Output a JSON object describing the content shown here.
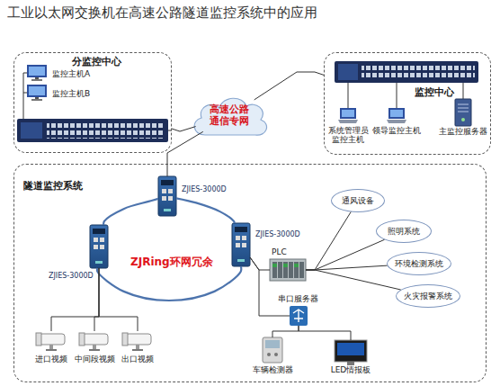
{
  "diagram": {
    "title": "工业以太网交换机在高速公路隧道监控系统中的应用",
    "nodes": [
      {
        "text": [
          "分监控中心"
        ]
      },
      {
        "text": [
          "监控主机A"
        ],
        "in": 0
      },
      {
        "text": [
          "监控主机B"
        ],
        "in": 0
      },
      {
        "text": [
          "监控中心"
        ]
      },
      {
        "text": [
          "系统管理员 监控主机"
        ],
        "in": 3
      },
      {
        "text": [
          "领导监控主机"
        ],
        "in": 3
      },
      {
        "text": [
          "主监控服务器"
        ],
        "in": 3
      },
      {
        "text": [
          "高速公路 通信专网"
        ]
      },
      {
        "text": [
          "隧道监控系统"
        ]
      },
      {
        "text": [
          "ZJIES-3000D"
        ],
        "in": 8
      },
      {
        "text": [
          "ZJIES-3000D"
        ],
        "in": 8
      },
      {
        "text": [
          "ZJIES-3000D"
        ],
        "in": 8
      },
      {
        "text": [
          "PLC"
        ],
        "in": 8
      },
      {
        "text": [
          "通风设备"
        ],
        "in": 8
      },
      {
        "text": [
          "照明系统"
        ],
        "in": 8
      },
      {
        "text": [
          "环境检测系统"
        ],
        "in": 8
      },
      {
        "text": [
          "火灾报警系统"
        ],
        "in": 8
      },
      {
        "text": [
          "串口服务器"
        ],
        "in": 8
      },
      {
        "text": [
          "车辆检测器"
        ],
        "in": 8
      },
      {
        "text": [
          "LED情报板"
        ],
        "in": 8
      },
      {
        "text": [
          "进口视频"
        ],
        "in": 8
      },
      {
        "text": [
          "中间段视频"
        ],
        "in": 8
      },
      {
        "text": [
          "出口视频"
        ],
        "in": 8
      }
    ],
    "edges": [
      {
        "from": 0,
        "to": 7,
        "arrow": "none"
      },
      {
        "from": 7,
        "to": 3,
        "arrow": "none"
      },
      {
        "from": 7,
        "to": 9,
        "arrow": "none"
      },
      {
        "from": 9,
        "to": 11,
        "arrow": "none"
      },
      {
        "from": 11,
        "to": 10,
        "arrow": "none"
      },
      {
        "from": 10,
        "to": 9,
        "arrow": "none"
      },
      {
        "from": 11,
        "to": 12,
        "arrow": "none"
      },
      {
        "from": 12,
        "to": 13,
        "arrow": "none"
      },
      {
        "from": 12,
        "to": 14,
        "arrow": "none"
      },
      {
        "from": 12,
        "to": 15,
        "arrow": "none"
      },
      {
        "from": 12,
        "to": 16,
        "arrow": "none"
      },
      {
        "from": 11,
        "to": 17,
        "arrow": "none"
      },
      {
        "from": 17,
        "to": 18,
        "arrow": "none"
      },
      {
        "from": 17,
        "to": 19,
        "arrow": "none"
      },
      {
        "from": 10,
        "to": 20,
        "arrow": "none"
      },
      {
        "from": 10,
        "to": 21,
        "arrow": "none"
      },
      {
        "from": 10,
        "to": 22,
        "arrow": "none"
      }
    ],
    "labels": [
      "ZJRing环网冗余"
    ]
  }
}
